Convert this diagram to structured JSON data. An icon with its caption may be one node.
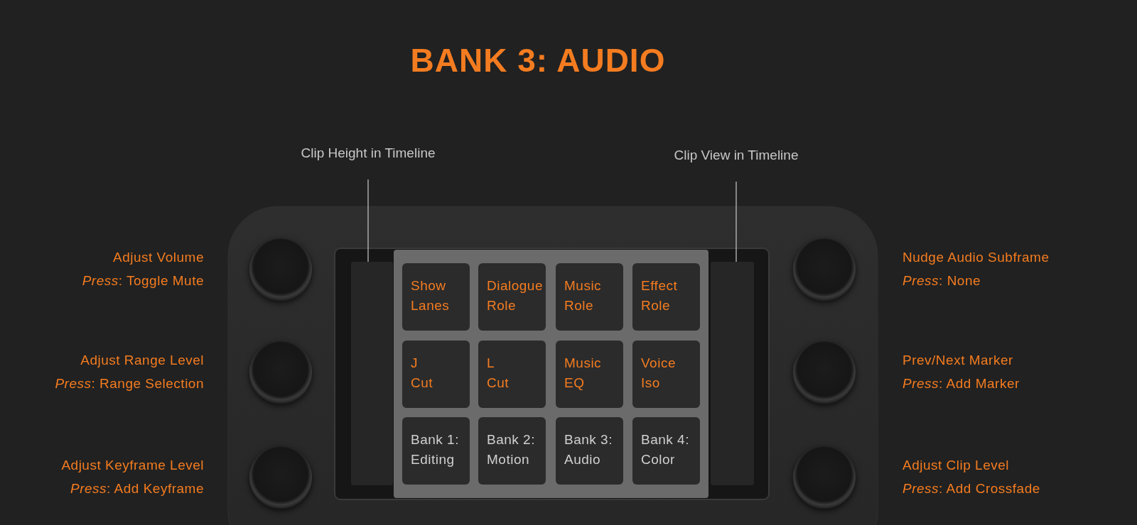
{
  "diagram": {
    "title": "BANK 3: AUDIO",
    "nodes": [
      {
        "text": [
          "Clip Height in Timeline"
        ]
      },
      {
        "text": [
          "Clip View in Timeline"
        ]
      },
      {
        "text": [],
        "shape": "circle",
        "beside": [
          "Adjust Volume",
          "*Press*: Toggle Mute"
        ]
      },
      {
        "text": [],
        "shape": "circle",
        "beside": [
          "Adjust Range Level",
          "*Press*: Range Selection"
        ]
      },
      {
        "text": [],
        "shape": "circle",
        "beside": [
          "Adjust Keyframe Level",
          "*Press*: Add Keyframe"
        ]
      },
      {
        "text": [],
        "shape": "bar"
      },
      {
        "text": [
          "Show Lanes"
        ]
      },
      {
        "text": [
          "Dialogue Role"
        ]
      },
      {
        "text": [
          "Music Role"
        ]
      },
      {
        "text": [
          "Effect Role"
        ]
      },
      {
        "text": [
          "J Cut"
        ]
      },
      {
        "text": [
          "L Cut"
        ]
      },
      {
        "text": [
          "Music EQ"
        ]
      },
      {
        "text": [
          "Voice Iso"
        ]
      },
      {
        "text": [
          "Bank 1: Editing"
        ]
      },
      {
        "text": [
          "Bank 2: Motion"
        ]
      },
      {
        "text": [
          "Bank 3: Audio"
        ]
      },
      {
        "text": [
          "Bank 4: Color"
        ]
      },
      {
        "text": [],
        "shape": "bar"
      },
      {
        "text": [],
        "shape": "circle",
        "beside": [
          "Nudge Audio Subframe",
          "*Press*: None"
        ]
      },
      {
        "text": [],
        "shape": "circle",
        "beside": [
          "Prev/Next Marker",
          "*Press*: Add Marker"
        ]
      },
      {
        "text": [],
        "shape": "circle",
        "beside": [
          "Adjust Clip Level",
          "*Press*: Add Crossfade"
        ]
      }
    ],
    "edges": [
      {
        "from": 0,
        "to": 5,
        "arrow": "none"
      },
      {
        "from": 1,
        "to": 18,
        "arrow": "none"
      }
    ]
  }
}
